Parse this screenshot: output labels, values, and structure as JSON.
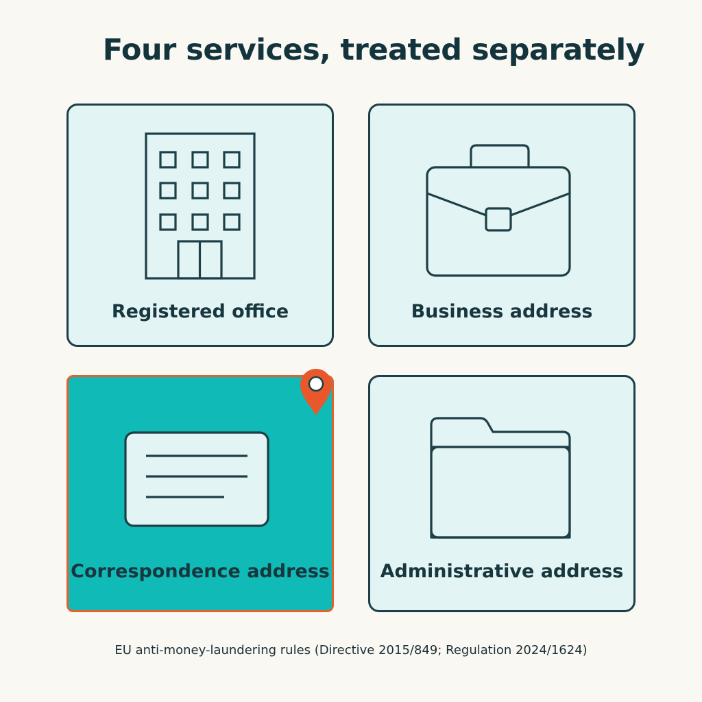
{
  "title": "Four services, treated separately",
  "cards": [
    {
      "label": "Registered office",
      "icon": "office-building-icon",
      "highlighted": false
    },
    {
      "label": "Business address",
      "icon": "briefcase-icon",
      "highlighted": false
    },
    {
      "label": "Correspondence address",
      "icon": "envelope-card-icon",
      "highlighted": true
    },
    {
      "label": "Administrative address",
      "icon": "folder-icon",
      "highlighted": false
    }
  ],
  "highlight_marker": "location-pin-icon",
  "footnote": "EU anti-money-laundering rules (Directive 2015/849; Regulation 2024/1624)",
  "colors": {
    "background": "#faf8f2",
    "card_fill": "#e2f4f3",
    "card_border": "#1d3f47",
    "highlight_fill": "#10bab6",
    "highlight_border": "#e0622e",
    "pin": "#e8582a"
  }
}
